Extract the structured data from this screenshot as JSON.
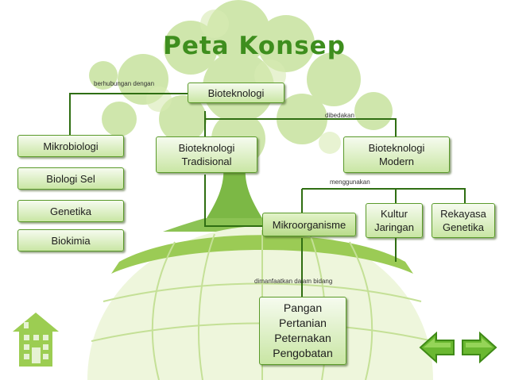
{
  "title": "Peta Konsep",
  "nodes": {
    "root": "Bioteknologi",
    "mikrobiologi": "Mikrobiologi",
    "biologi_sel": "Biologi Sel",
    "genetika": "Genetika",
    "biokimia": "Biokimia",
    "tradisional": "Bioteknologi\nTradisional",
    "modern": "Bioteknologi\nModern",
    "mikroorganisme": "Mikroorganisme",
    "kultur_jaringan": "Kultur\nJaringan",
    "rekayasa_genetika": "Rekayasa\nGenetika",
    "bidang": "Pangan\nPertanian\nPeternakan\nPengobatan"
  },
  "labels": {
    "berhubungan": "berhubungan dengan",
    "dibedakan": "dibedakan",
    "menggunakan": "menggunakan",
    "dimanfaatkan": "dimanfaatkan dalam bidang"
  },
  "icons": {
    "home": "home-icon",
    "prev": "arrow-left-icon",
    "next": "arrow-right-icon"
  },
  "colors": {
    "title": "#3e8e1e",
    "line": "#2f6e12",
    "box_border": "#5a9a2a"
  }
}
